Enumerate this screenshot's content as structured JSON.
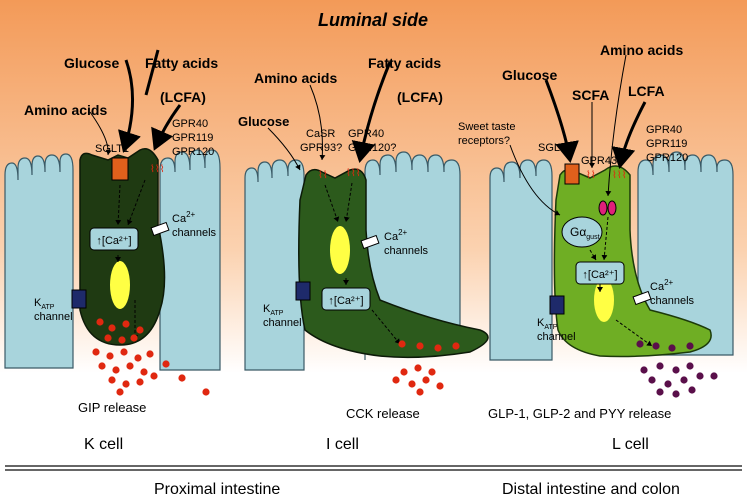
{
  "title": "Luminal side",
  "colors": {
    "bg_top": "#f4a060",
    "bg_bottom": "#ffffff",
    "villus": "#a8d4dc",
    "villus_stroke": "#3a5a66",
    "k_cell": "#1f3a12",
    "i_cell": "#2c5a1c",
    "l_cell": "#6fae24",
    "red_dot": "#e02810",
    "purple_dot": "#5a0f4a",
    "calcium": "#ffff44"
  },
  "k_cell": {
    "stimuli": {
      "glucose": "Glucose",
      "fatty_acids": "Fatty acids",
      "lcfa": "(LCFA)",
      "amino_acids": "Amino acids"
    },
    "receptors": {
      "sglt1": "SGLT1",
      "gpr40": "GPR40",
      "gpr119": "GPR119",
      "gpr120": "GPR120"
    },
    "calcium_box": "↑[Ca²⁺]",
    "ca_label": "Ca",
    "ca_sup": "2+",
    "ca_channels": "channels",
    "katp": "K",
    "katp_sub": "ATP",
    "katp_channel": "channel",
    "release": "GIP release",
    "name": "K cell"
  },
  "i_cell": {
    "stimuli": {
      "amino_acids": "Amino acids",
      "fatty_acids": "Fatty acids",
      "lcfa": "(LCFA)",
      "glucose": "Glucose"
    },
    "receptors": {
      "casr": "CaSR",
      "gpr93": "GPR93?",
      "gpr40": "GPR40",
      "gpr120": "GPR120?"
    },
    "calcium_box": "↑[Ca²⁺]",
    "ca_label": "Ca",
    "ca_sup": "2+",
    "ca_channels": "channels",
    "katp": "K",
    "katp_sub": "ATP",
    "katp_channel": "channel",
    "release": "CCK release",
    "name": "I cell"
  },
  "l_cell": {
    "stimuli": {
      "glucose": "Glucose",
      "amino_acids": "Amino acids",
      "scfa": "SCFA",
      "lcfa": "LCFA",
      "sweet_line1": "Sweet taste",
      "sweet_line2": "receptors?"
    },
    "receptors": {
      "sglt1": "SGLT1",
      "gpr43": "GPR43",
      "gpr40": "GPR40",
      "gpr119": "GPR119",
      "gpr120": "GPR120"
    },
    "gust_label": "Gα",
    "gust_sub": "gust",
    "calcium_box": "↑[Ca²⁺]",
    "ca_label": "Ca",
    "ca_sup": "2+",
    "ca_channels": "channels",
    "katp": "K",
    "katp_sub": "ATP",
    "katp_channel": "channel",
    "release": "GLP-1, GLP-2 and PYY release",
    "name": "L cell"
  },
  "footer": {
    "proximal": "Proximal intestine",
    "distal": "Distal intestine and colon"
  }
}
